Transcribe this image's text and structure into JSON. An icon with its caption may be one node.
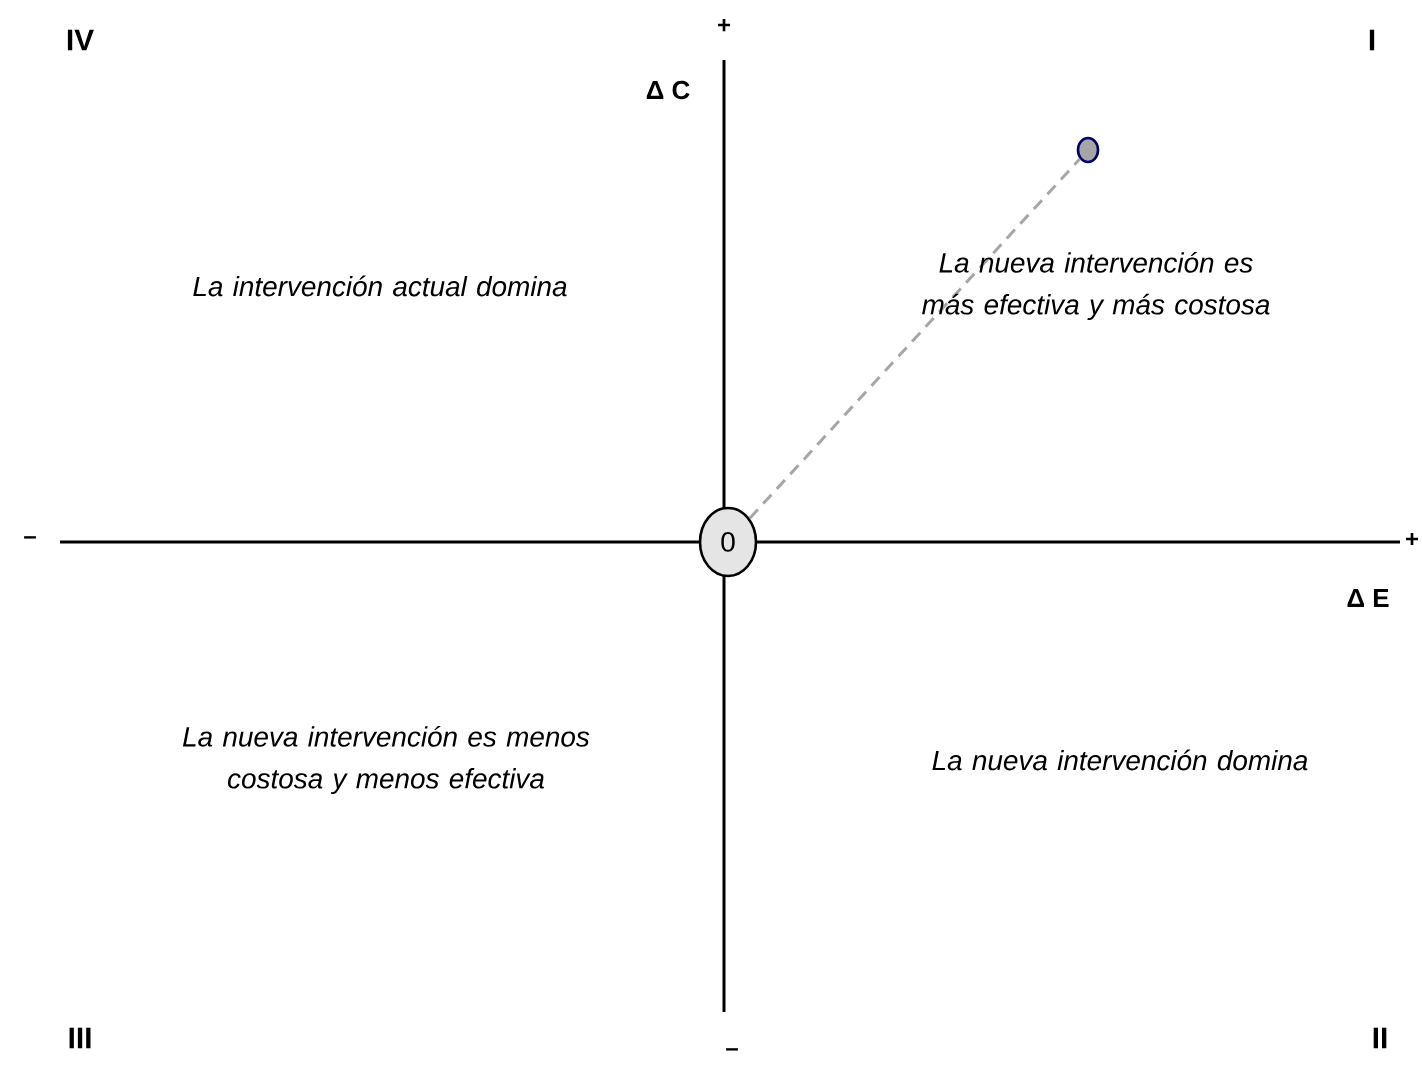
{
  "diagram": {
    "nodes": [
      {
        "text": [
          "0"
        ]
      },
      {
        "text": [],
        "shape": "circle"
      }
    ],
    "edges": [
      {
        "from": 0,
        "to": 1,
        "arrow": "none",
        "style": "dashed",
        "color": "#a6a6a6"
      }
    ],
    "labels": [
      "IV",
      "+",
      "I",
      "Δ C",
      "La intervención actual domina",
      "La nueva intervención es más efectiva y más costosa",
      "–",
      "+",
      "Δ E",
      "La nueva intervención es menos costosa y menos efectiva",
      "La nueva intervención domina",
      "III",
      "–",
      "II"
    ]
  }
}
